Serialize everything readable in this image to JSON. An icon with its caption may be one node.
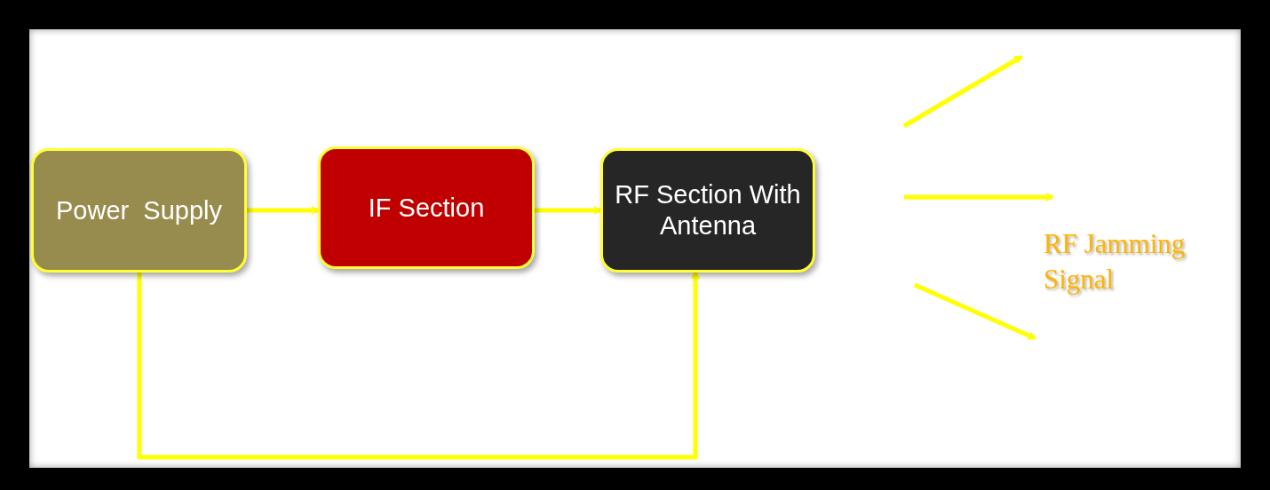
{
  "diagram": {
    "nodes": [
      {
        "text": [
          "Power  Supply"
        ]
      },
      {
        "text": [
          "IF Section"
        ]
      },
      {
        "text": [
          "RF Section With Antenna"
        ]
      }
    ],
    "edges": [
      {
        "from": 0,
        "to": 1,
        "arrow": "to"
      },
      {
        "from": 1,
        "to": 2,
        "arrow": "to"
      },
      {
        "from": 0,
        "to": 2,
        "arrow": "to"
      }
    ],
    "labels": [
      "RF Jamming Signal"
    ]
  }
}
